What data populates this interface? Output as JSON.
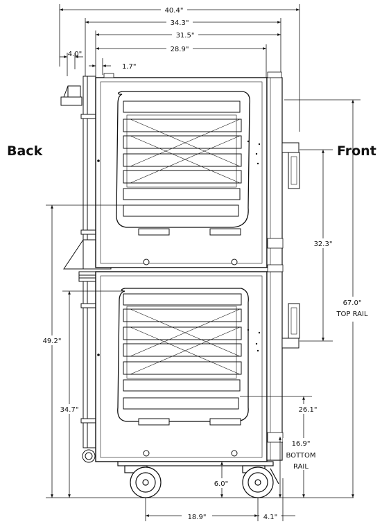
{
  "labels": {
    "back": "Back",
    "front": "Front"
  },
  "dimensions": {
    "overall_width": "40.4\"",
    "width_2": "34.3\"",
    "width_3": "31.5\"",
    "width_4": "28.9\"",
    "flue_width": "4.0\"",
    "flue_offset": "1.7\"",
    "top_rail_value": "67.0\"",
    "top_rail_label": "TOP RAIL",
    "handle_height": "32.3\"",
    "back_height_upper": "49.2\"",
    "back_height_lower": "34.7\"",
    "rack_height": "26.1\"",
    "bottom_rail_value": "16.9\"",
    "bottom_rail_label_1": "BOTTOM",
    "bottom_rail_label_2": "RAIL",
    "ground_clearance": "6.0\"",
    "caster_spacing": "18.9\"",
    "front_offset": "4.1\""
  },
  "colors": {
    "line": "#111111",
    "background": "#ffffff"
  }
}
